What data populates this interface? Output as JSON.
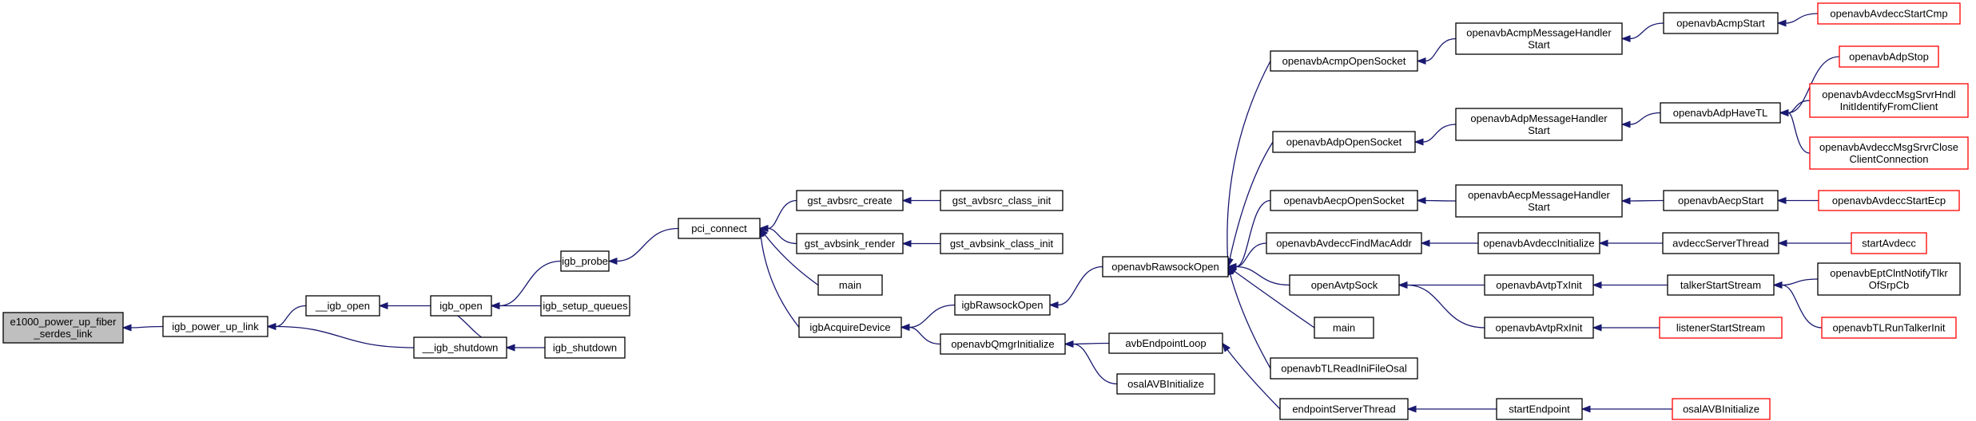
{
  "colors": {
    "edge": "#191970",
    "node_border": "#000000",
    "root_fill": "#bfbfbf",
    "truncated_border": "#ff0000",
    "node_fill": "#ffffff"
  },
  "nodes": {
    "root": {
      "lines": [
        "e1000_power_up_fiber",
        "_serdes_link"
      ],
      "style": "root"
    },
    "igb_power_up_link": {
      "lines": [
        "igb_power_up_link"
      ]
    },
    "__igb_open": {
      "lines": [
        "__igb_open"
      ]
    },
    "__igb_shutdown": {
      "lines": [
        "__igb_shutdown"
      ]
    },
    "igb_open": {
      "lines": [
        "igb_open"
      ]
    },
    "igb_shutdown": {
      "lines": [
        "igb_shutdown"
      ]
    },
    "igb_probe": {
      "lines": [
        "igb_probe"
      ]
    },
    "igb_setup_queues": {
      "lines": [
        "igb_setup_queues"
      ]
    },
    "pci_connect": {
      "lines": [
        "pci_connect"
      ]
    },
    "gst_avbsrc_create": {
      "lines": [
        "gst_avbsrc_create"
      ]
    },
    "gst_avbsink_render": {
      "lines": [
        "gst_avbsink_render"
      ]
    },
    "main1": {
      "lines": [
        "main"
      ]
    },
    "igbAcquireDevice": {
      "lines": [
        "igbAcquireDevice"
      ]
    },
    "gst_avbsrc_class_init": {
      "lines": [
        "gst_avbsrc_class_init"
      ]
    },
    "gst_avbsink_class_init": {
      "lines": [
        "gst_avbsink_class_init"
      ]
    },
    "igbRawsockOpen": {
      "lines": [
        "igbRawsockOpen"
      ]
    },
    "openavbQmgrInitialize": {
      "lines": [
        "openavbQmgrInitialize"
      ]
    },
    "openavbRawsockOpen": {
      "lines": [
        "openavbRawsockOpen"
      ]
    },
    "avbEndpointLoop": {
      "lines": [
        "avbEndpointLoop"
      ]
    },
    "osalAVBInitialize1": {
      "lines": [
        "osalAVBInitialize"
      ]
    },
    "openavbAcmpOpenSocket": {
      "lines": [
        "openavbAcmpOpenSocket"
      ]
    },
    "openavbAdpOpenSocket": {
      "lines": [
        "openavbAdpOpenSocket"
      ]
    },
    "openavbAecpOpenSocket": {
      "lines": [
        "openavbAecpOpenSocket"
      ]
    },
    "openavbAvdeccFindMacAddr": {
      "lines": [
        "openavbAvdeccFindMacAddr"
      ]
    },
    "openAvtpSock": {
      "lines": [
        "openAvtpSock"
      ]
    },
    "main2": {
      "lines": [
        "main"
      ]
    },
    "openavbTLReadIniFileOsal": {
      "lines": [
        "openavbTLReadIniFileOsal"
      ]
    },
    "endpointServerThread": {
      "lines": [
        "endpointServerThread"
      ]
    },
    "openavbAcmpMessageHandlerStart": {
      "lines": [
        "openavbAcmpMessageHandler",
        "Start"
      ]
    },
    "openavbAdpMessageHandlerStart": {
      "lines": [
        "openavbAdpMessageHandler",
        "Start"
      ]
    },
    "openavbAecpMessageHandlerStart": {
      "lines": [
        "openavbAecpMessageHandler",
        "Start"
      ]
    },
    "openavbAvdeccInitialize": {
      "lines": [
        "openavbAvdeccInitialize"
      ]
    },
    "openavbAvtpTxInit": {
      "lines": [
        "openavbAvtpTxInit"
      ]
    },
    "openavbAvtpRxInit": {
      "lines": [
        "openavbAvtpRxInit"
      ]
    },
    "startEndpoint": {
      "lines": [
        "startEndpoint"
      ]
    },
    "openavbAcmpStart": {
      "lines": [
        "openavbAcmpStart"
      ]
    },
    "openavbAdpHaveTL": {
      "lines": [
        "openavbAdpHaveTL"
      ]
    },
    "openavbAecpStart": {
      "lines": [
        "openavbAecpStart"
      ]
    },
    "avdeccServerThread": {
      "lines": [
        "avdeccServerThread"
      ]
    },
    "talkerStartStream": {
      "lines": [
        "talkerStartStream"
      ]
    },
    "listenerStartStream": {
      "lines": [
        "listenerStartStream"
      ],
      "style": "truncated"
    },
    "osalAVBInitialize2": {
      "lines": [
        "osalAVBInitialize"
      ],
      "style": "truncated"
    },
    "openavbAvdeccStartCmp": {
      "lines": [
        "openavbAvdeccStartCmp"
      ],
      "style": "truncated"
    },
    "openavbAdpStop": {
      "lines": [
        "openavbAdpStop"
      ],
      "style": "truncated"
    },
    "openavbAvdeccMsgSrvrHndlInitIdentifyFromClient": {
      "lines": [
        "openavbAvdeccMsgSrvrHndl",
        "InitIdentifyFromClient"
      ],
      "style": "truncated"
    },
    "openavbAvdeccMsgSrvrCloseClientConnection": {
      "lines": [
        "openavbAvdeccMsgSrvrClose",
        "ClientConnection"
      ],
      "style": "truncated"
    },
    "openavbAvdeccStartEcp": {
      "lines": [
        "openavbAvdeccStartEcp"
      ],
      "style": "truncated"
    },
    "startAvdecc": {
      "lines": [
        "startAvdecc"
      ],
      "style": "truncated"
    },
    "openavbEptClntNotifyTlkrOfSrpCb": {
      "lines": [
        "openavbEptClntNotifyTlkr",
        "OfSrpCb"
      ]
    },
    "openavbTLRunTalkerInit": {
      "lines": [
        "openavbTLRunTalkerInit"
      ],
      "style": "truncated"
    }
  },
  "edges": [
    [
      "igb_power_up_link",
      "root"
    ],
    [
      "__igb_open",
      "igb_power_up_link"
    ],
    [
      "__igb_shutdown",
      "igb_power_up_link"
    ],
    [
      "igb_open",
      "__igb_open"
    ],
    [
      "igb_open",
      "__igb_shutdown"
    ],
    [
      "igb_shutdown",
      "__igb_shutdown"
    ],
    [
      "igb_probe",
      "igb_open"
    ],
    [
      "igb_setup_queues",
      "igb_open"
    ],
    [
      "pci_connect",
      "igb_probe"
    ],
    [
      "gst_avbsrc_create",
      "pci_connect"
    ],
    [
      "gst_avbsink_render",
      "pci_connect"
    ],
    [
      "main1",
      "pci_connect"
    ],
    [
      "igbAcquireDevice",
      "pci_connect"
    ],
    [
      "gst_avbsrc_class_init",
      "gst_avbsrc_create"
    ],
    [
      "gst_avbsink_class_init",
      "gst_avbsink_render"
    ],
    [
      "igbRawsockOpen",
      "igbAcquireDevice"
    ],
    [
      "openavbQmgrInitialize",
      "igbAcquireDevice"
    ],
    [
      "openavbRawsockOpen",
      "igbRawsockOpen"
    ],
    [
      "avbEndpointLoop",
      "openavbQmgrInitialize"
    ],
    [
      "osalAVBInitialize1",
      "openavbQmgrInitialize"
    ],
    [
      "endpointServerThread",
      "avbEndpointLoop"
    ],
    [
      "openavbAcmpOpenSocket",
      "openavbRawsockOpen"
    ],
    [
      "openavbAdpOpenSocket",
      "openavbRawsockOpen"
    ],
    [
      "openavbAecpOpenSocket",
      "openavbRawsockOpen"
    ],
    [
      "openavbAvdeccFindMacAddr",
      "openavbRawsockOpen"
    ],
    [
      "openAvtpSock",
      "openavbRawsockOpen"
    ],
    [
      "main2",
      "openavbRawsockOpen"
    ],
    [
      "openavbTLReadIniFileOsal",
      "openavbRawsockOpen"
    ],
    [
      "openavbAcmpMessageHandlerStart",
      "openavbAcmpOpenSocket"
    ],
    [
      "openavbAdpMessageHandlerStart",
      "openavbAdpOpenSocket"
    ],
    [
      "openavbAecpMessageHandlerStart",
      "openavbAecpOpenSocket"
    ],
    [
      "openavbAvdeccInitialize",
      "openavbAvdeccFindMacAddr"
    ],
    [
      "openavbAvtpTxInit",
      "openAvtpSock"
    ],
    [
      "openavbAvtpRxInit",
      "openAvtpSock"
    ],
    [
      "startEndpoint",
      "endpointServerThread"
    ],
    [
      "openavbAcmpStart",
      "openavbAcmpMessageHandlerStart"
    ],
    [
      "openavbAdpHaveTL",
      "openavbAdpMessageHandlerStart"
    ],
    [
      "openavbAecpStart",
      "openavbAecpMessageHandlerStart"
    ],
    [
      "avdeccServerThread",
      "openavbAvdeccInitialize"
    ],
    [
      "talkerStartStream",
      "openavbAvtpTxInit"
    ],
    [
      "listenerStartStream",
      "openavbAvtpRxInit"
    ],
    [
      "osalAVBInitialize2",
      "startEndpoint"
    ],
    [
      "openavbAvdeccStartCmp",
      "openavbAcmpStart"
    ],
    [
      "openavbAdpStop",
      "openavbAdpHaveTL"
    ],
    [
      "openavbAvdeccMsgSrvrHndlInitIdentifyFromClient",
      "openavbAdpHaveTL"
    ],
    [
      "openavbAvdeccMsgSrvrCloseClientConnection",
      "openavbAdpHaveTL"
    ],
    [
      "openavbAvdeccStartEcp",
      "openavbAecpStart"
    ],
    [
      "startAvdecc",
      "avdeccServerThread"
    ],
    [
      "openavbEptClntNotifyTlkrOfSrpCb",
      "talkerStartStream"
    ],
    [
      "openavbTLRunTalkerInit",
      "talkerStartStream"
    ]
  ]
}
